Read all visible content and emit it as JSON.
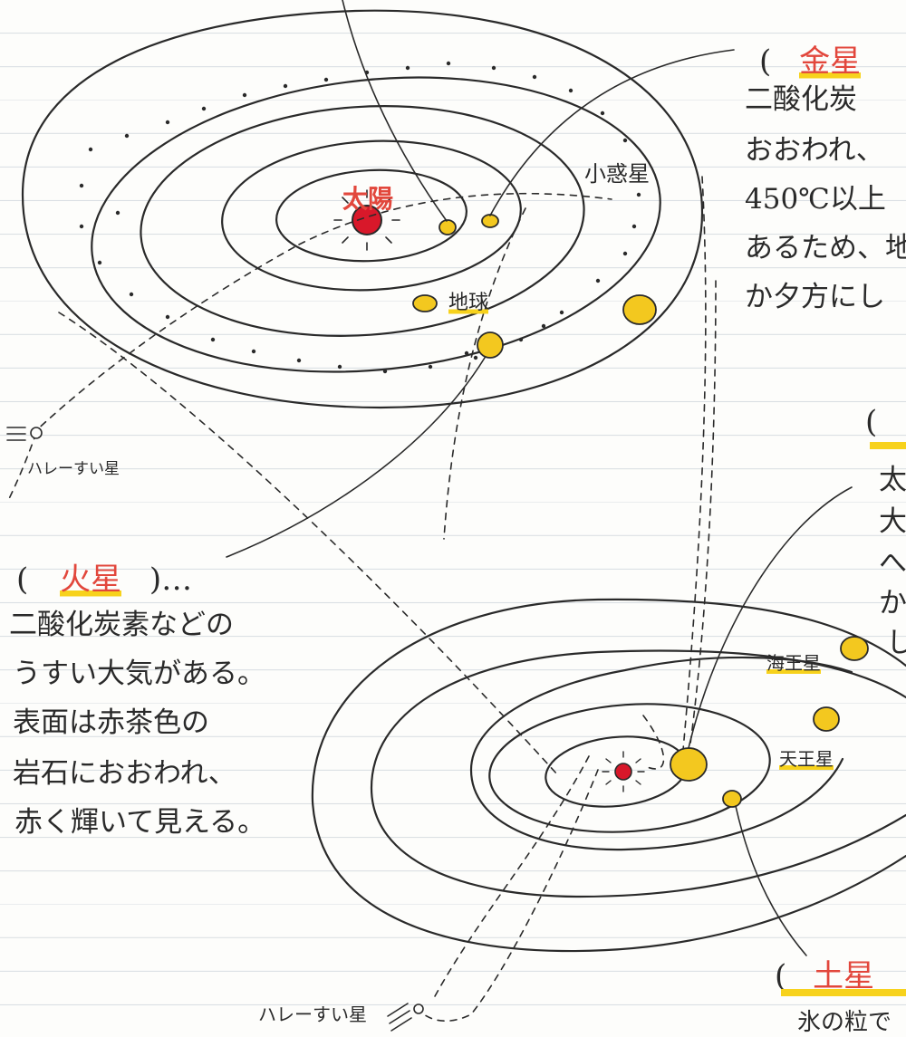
{
  "top_system": {
    "sun_label": "太陽",
    "earth_label": "地球",
    "asteroid_label": "小惑星",
    "comet_label": "ハレーすい星"
  },
  "venus": {
    "open": "(",
    "name": "金星",
    "lines": [
      "二酸化炭",
      "おおわれ、",
      "450℃以上",
      "あるため、地",
      "か夕方にし"
    ]
  },
  "jupiter": {
    "open": "(",
    "lines": [
      "太",
      "大",
      "へ",
      "か",
      "し"
    ]
  },
  "mars": {
    "open": "(",
    "name": "火星",
    "close": ")…",
    "lines": [
      "二酸化炭素などの",
      "うすい大気がある。",
      "表面は赤茶色の",
      "岩石におおわれ、",
      "赤く輝いて見える。"
    ]
  },
  "bottom_system": {
    "neptune_label": "海王星",
    "uranus_label": "天王星",
    "comet_label": "ハレーすい星"
  },
  "saturn": {
    "open": "(",
    "name": "土星",
    "lines": [
      "氷の粒で"
    ]
  },
  "colors": {
    "ink": "#2a2a2a",
    "title_red": "#e2473c",
    "highlight": "#f7d21c",
    "planet": "#f3c81f",
    "sun": "#d8182a"
  },
  "icons": [
    "sun-icon",
    "planet-icon",
    "comet-icon"
  ]
}
